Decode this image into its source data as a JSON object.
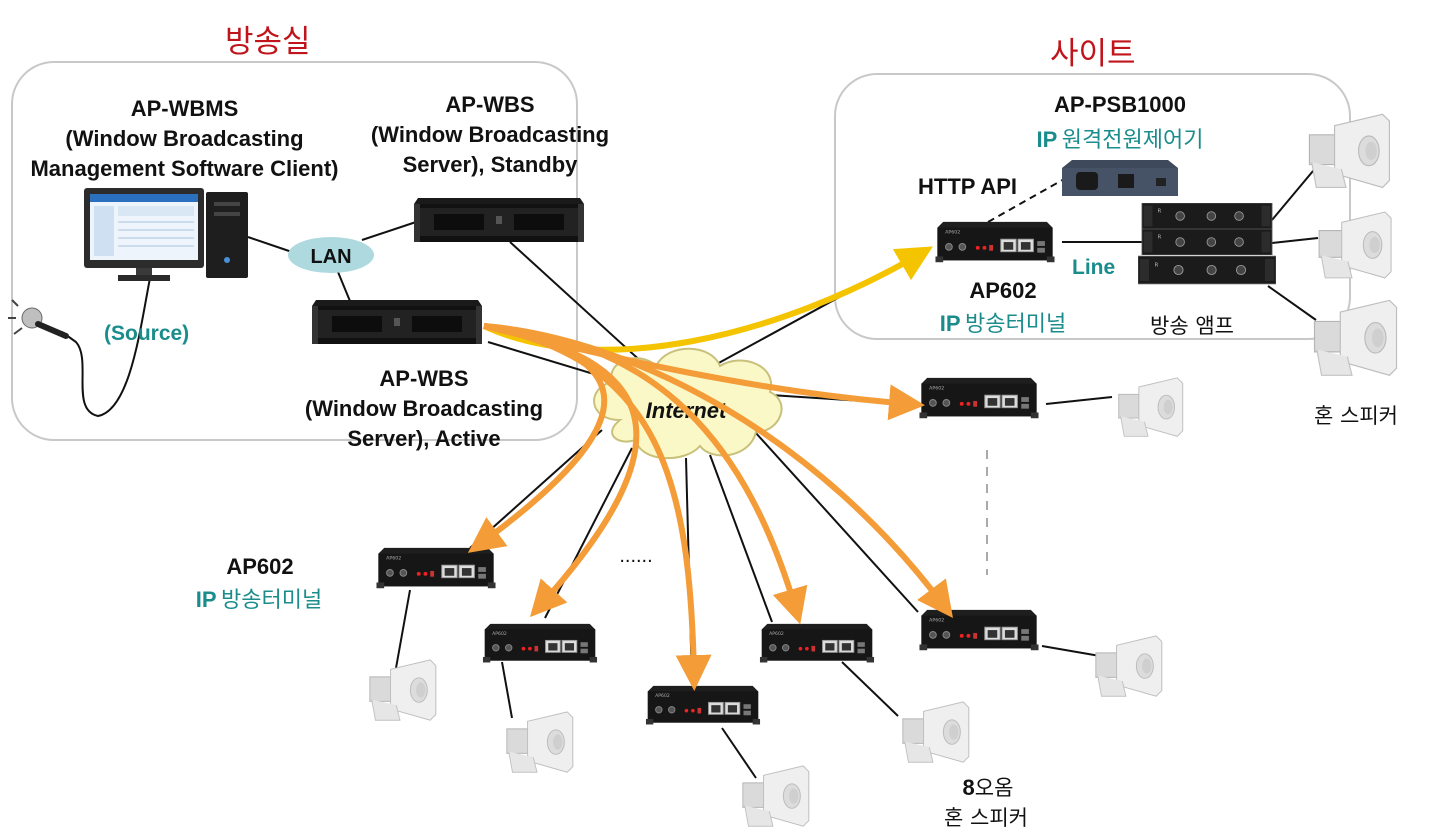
{
  "rooms": {
    "studio_title": "방송실",
    "site_title": "사이트"
  },
  "studio": {
    "wbms_title": "AP-WBMS",
    "wbms_desc1": "(Window Broadcasting",
    "wbms_desc2": "Management Software Client)",
    "wbs_standby_title": "AP-WBS",
    "wbs_standby_desc1": "(Window Broadcasting",
    "wbs_standby_desc2": "Server), Standby",
    "lan": "LAN",
    "source": "(Source)",
    "wbs_active_title": "AP-WBS",
    "wbs_active_desc1": "(Window Broadcasting",
    "wbs_active_desc2": "Server), Active"
  },
  "network": {
    "internet": "Internet",
    "ellipsis": "......"
  },
  "site": {
    "psb_title": "AP-PSB1000",
    "psb_ip": "IP",
    "psb_desc": "원격전원제어기",
    "http_api": "HTTP API",
    "line": "Line",
    "ap602_title": "AP602",
    "ap602_ip": "IP",
    "ap602_desc": "방송터미널",
    "amp_label": "방송 앰프",
    "horn_label": "혼 스피커"
  },
  "remote": {
    "ap602_title": "AP602",
    "ap602_ip": "IP",
    "ap602_desc": "방송터미널",
    "ohm": "8",
    "ohm_unit": "오옴",
    "horn_label": "혼 스피커"
  },
  "colors": {
    "orange": "#f39c38",
    "yellow": "#f5c400",
    "teal": "#1b8c8c",
    "red": "#c0141b"
  }
}
